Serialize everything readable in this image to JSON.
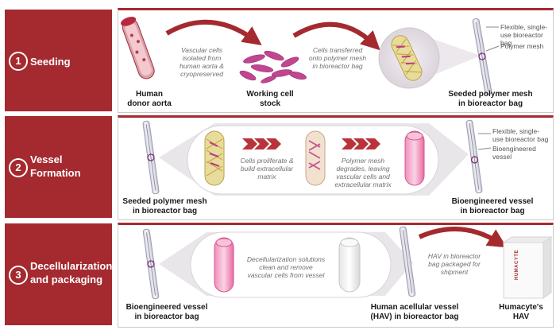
{
  "stages": [
    {
      "number": "1",
      "title": "Seeding",
      "labels": {
        "donor": "Human donor aorta",
        "working_stock": "Working cell stock",
        "seeded": "Seeded polymer mesh in bioreactor bag"
      },
      "notes": {
        "isolated": "Vascular cells isolated from human aorta & cryopreserved",
        "transferred": "Cells transferred onto polymer mesh in bioreactor bag"
      },
      "callouts": {
        "bag": "Flexible, single-use bioreactor bag",
        "mesh": "Polymer mesh"
      }
    },
    {
      "number": "2",
      "title": "Vessel Formation",
      "labels": {
        "seeded": "Seeded polymer mesh in bioreactor bag",
        "engineered": "Bioengineered vessel in bioreactor bag"
      },
      "notes": {
        "proliferate": "Cells proliferate & build extracellular matrix",
        "degrade": "Polymer mesh degrades, leaving vascular cells and extracellular matrix"
      },
      "callouts": {
        "bag": "Flexible, single-use bioreactor bag",
        "vessel": "Bioengineered vessel"
      }
    },
    {
      "number": "3",
      "title": "Decellularization and packaging",
      "labels": {
        "engineered": "Bioengineered vessel in bioreactor bag",
        "hav": "Human acellular vessel (HAV) in bioreactor bag",
        "product": "Humacyte's HAV"
      },
      "notes": {
        "decell": "Decellularization solutions clean and remove vascular cells from vessel",
        "packaged": "HAV in bioreactor bag packaged for shipment"
      },
      "brand": "HUMACYTE"
    }
  ],
  "colors": {
    "accent": "#a42a2f",
    "pink": "#e86aa0",
    "mesh": "#d9c36a"
  }
}
